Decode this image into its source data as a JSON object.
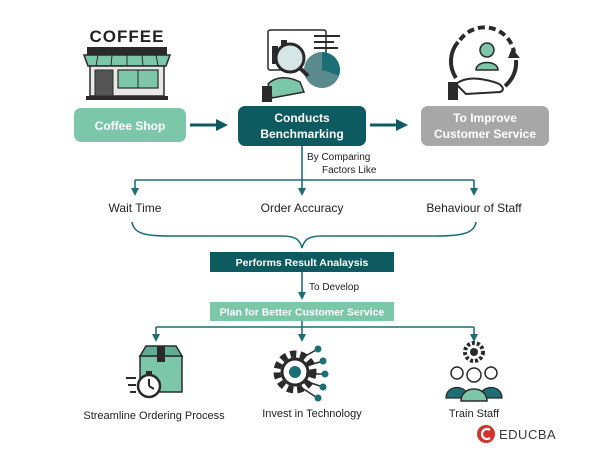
{
  "colors": {
    "dark_teal": "#0d5a60",
    "mid_teal": "#1d6f76",
    "light_teal": "#7cc7aa",
    "gray": "#a7a7a7",
    "icon_dark": "#333333",
    "brand_red": "#d4322c"
  },
  "top": {
    "coffee_sign": "COFFEE",
    "coffee_shop_label": "Coffee Shop",
    "benchmark_label_line1": "Conducts",
    "benchmark_label_line2": "Benchmarking",
    "goal_label_line1": "To Improve",
    "goal_label_line2": "Customer Service"
  },
  "connector_notes": {
    "comparing_line1": "By  Comparing",
    "comparing_line2": "Factors Like",
    "to_develop": "To Develop"
  },
  "factors": [
    "Wait Time",
    "Order Accuracy",
    "Behaviour of Staff"
  ],
  "analysis_label": "Performs Result Analaysis",
  "plan_label": "Plan for Better Customer Service",
  "outcomes": [
    "Streamline Ordering Process",
    "Invest in Technology",
    "Train Staff"
  ],
  "icons": {
    "store": "coffee-shop-icon",
    "benchmark": "benchmark-analytics-icon",
    "service": "customer-service-cycle-icon",
    "delivery": "package-stopwatch-icon",
    "technology": "gear-circuit-icon",
    "staff": "team-gear-icon",
    "brand": "educba-logo-icon"
  },
  "brand": "EDUCBA"
}
